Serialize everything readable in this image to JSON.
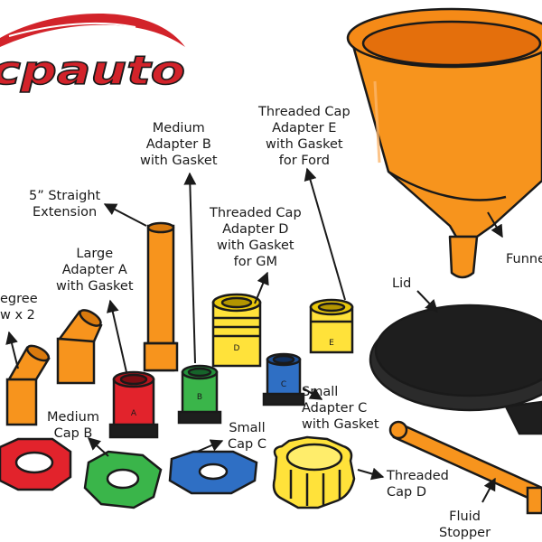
{
  "brand": {
    "name": "cpauto",
    "colors": {
      "red": "#d2232a",
      "dark": "#1a1a1a"
    }
  },
  "colors": {
    "orange": "#f7941d",
    "orange_dark": "#d97a0e",
    "red": "#e2232c",
    "green": "#3ab54a",
    "blue": "#2f6fc4",
    "yellow": "#ffe23a",
    "black": "#1e1e1e",
    "outline": "#1a1a1a"
  },
  "labels": {
    "funnel": "Funnel",
    "lid": "Lid",
    "threaded_cap_e": "Threaded Cap\nAdapter E\nwith Gasket\nfor Ford",
    "threaded_cap_d_adapter": "Threaded Cap\nAdapter D\nwith Gasket\nfor GM",
    "medium_adapter_b": "Medium\nAdapter B\nwith Gasket",
    "straight_extension": "5” Straight\nExtension",
    "large_adapter_a": "Large\nAdapter A\nwith Gasket",
    "degree_elbow": "egree\nw x 2",
    "medium_cap_b": "Medium\nCap B",
    "small_cap_c": "Small\nCap C",
    "small_adapter_c": "Small\nAdapter C\nwith Gasket",
    "threaded_cap_d": "Threaded\nCap D",
    "fluid_stopper": "Fluid\nStopper"
  },
  "part_letters": {
    "adapter_a": "A",
    "adapter_b": "B",
    "adapter_c": "C",
    "adapter_d": "D",
    "adapter_e": "E"
  }
}
